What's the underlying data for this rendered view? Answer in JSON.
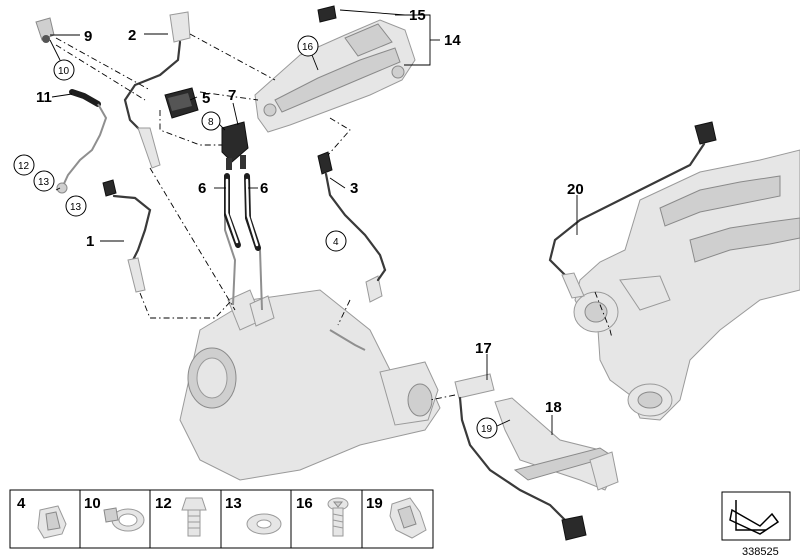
{
  "callouts": {
    "c1": "1",
    "c2": "2",
    "c3": "3",
    "c4": "4",
    "c5": "5",
    "c6a": "6",
    "c6b": "6",
    "c7": "7",
    "c8": "8",
    "c9": "9",
    "c10": "10",
    "c11": "11",
    "c12": "12",
    "c13a": "13",
    "c13b": "13",
    "c14": "14",
    "c15": "15",
    "c16": "16",
    "c17": "17",
    "c18": "18",
    "c19": "19",
    "c20": "20"
  },
  "legend": [
    {
      "number": "4",
      "icon": "spring-clip-icon"
    },
    {
      "number": "10",
      "icon": "hose-clamp-icon"
    },
    {
      "number": "12",
      "icon": "hollow-bolt-icon"
    },
    {
      "number": "13",
      "icon": "sealing-washer-icon"
    },
    {
      "number": "16",
      "icon": "torx-screw-icon"
    },
    {
      "number": "19",
      "icon": "cable-clip-icon"
    }
  ],
  "document_number": "338525",
  "colors": {
    "part_fill": "#e6e6e6",
    "part_stroke": "#9a9a9a",
    "cable": "#3a3a3a",
    "ink": "#000000"
  }
}
